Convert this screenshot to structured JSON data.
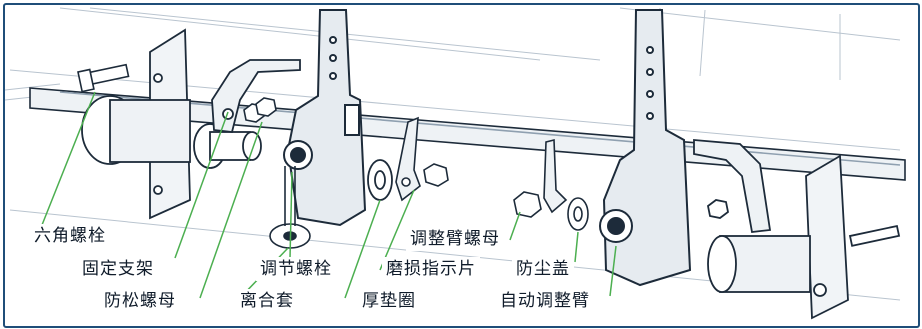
{
  "labels": {
    "hex_bolt": "六角螺栓",
    "fixed_bracket": "固定支架",
    "lock_nut": "防松螺母",
    "adjust_bolt": "调节螺栓",
    "clutch_sleeve": "离合套",
    "thick_washer": "厚垫圈",
    "arm_nut": "调整臂螺母",
    "wear_indicator": "磨损指示片",
    "dust_cap": "防尘盖",
    "auto_adjuster_arm": "自动调整臂"
  },
  "colors": {
    "leader_line": "#4caf50",
    "outline": "#1d2b3a",
    "frame": "#1f4e79"
  }
}
